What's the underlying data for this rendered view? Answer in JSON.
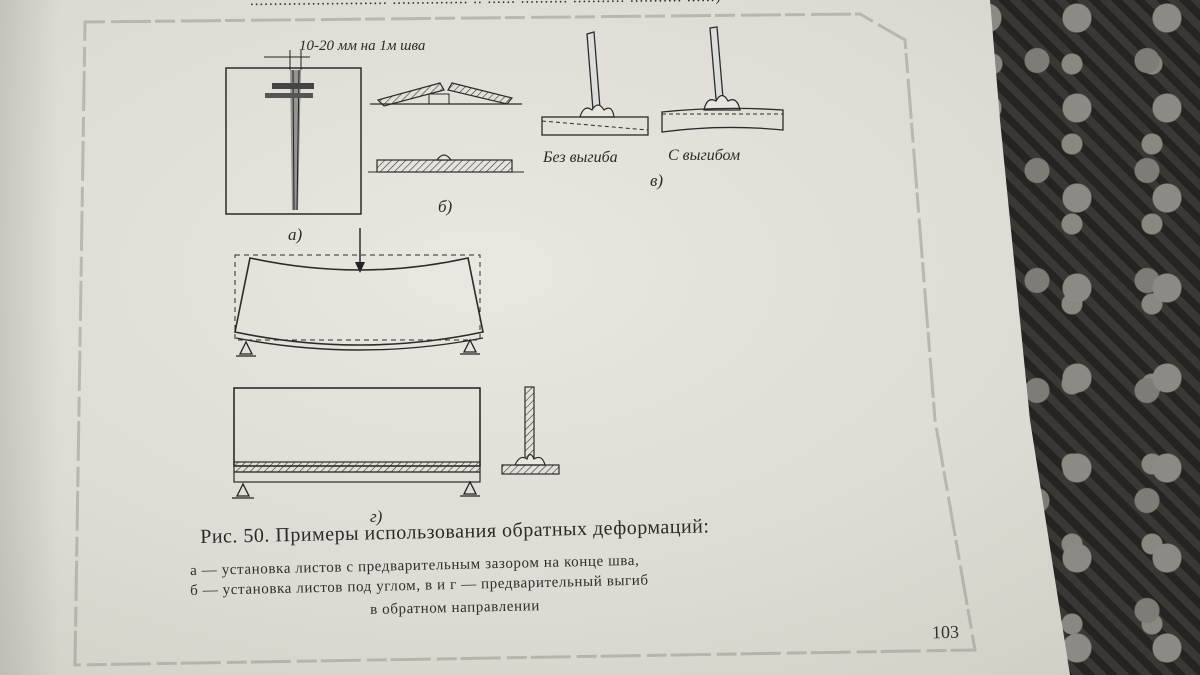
{
  "top_text": "............................. ................ .. ...... .......... ........... ........... ......)",
  "figure": {
    "dimension_label": "10-20 мм на 1м шва",
    "label_a": "а)",
    "label_b": "б)",
    "label_v": "в)",
    "label_g": "г)",
    "without_bend": "Без выгиба",
    "with_bend": "С выгибом"
  },
  "caption": {
    "title": "Рис. 50. Примеры использования обратных деформаций:",
    "line_a": "а — установка листов с предварительным зазором на конце шва,",
    "line_b": "б — установка листов под углом, в и г — предварительный выгиб",
    "line_c": "в обратном направлении"
  },
  "page_number": "103"
}
